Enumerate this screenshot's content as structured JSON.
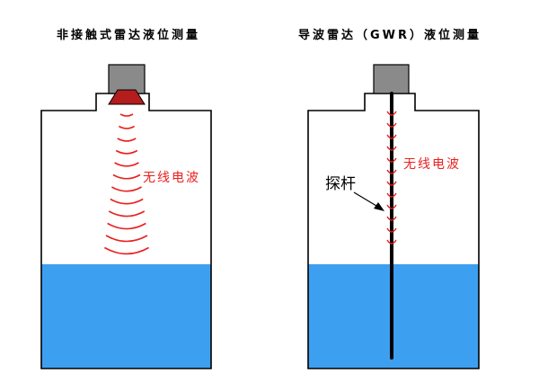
{
  "left_panel": {
    "title": "非接触式雷达液位测量",
    "wave_label": "无线电波"
  },
  "right_panel": {
    "title": "导波雷达（GWR）液位测量",
    "wave_label": "无线电波",
    "probe_label": "探杆"
  },
  "colors": {
    "liquid": "#3d9ff0",
    "wave": "#e8211f",
    "antenna": "#b31d1d",
    "sensor_head": "#8a8a8a",
    "outline": "#000000"
  }
}
